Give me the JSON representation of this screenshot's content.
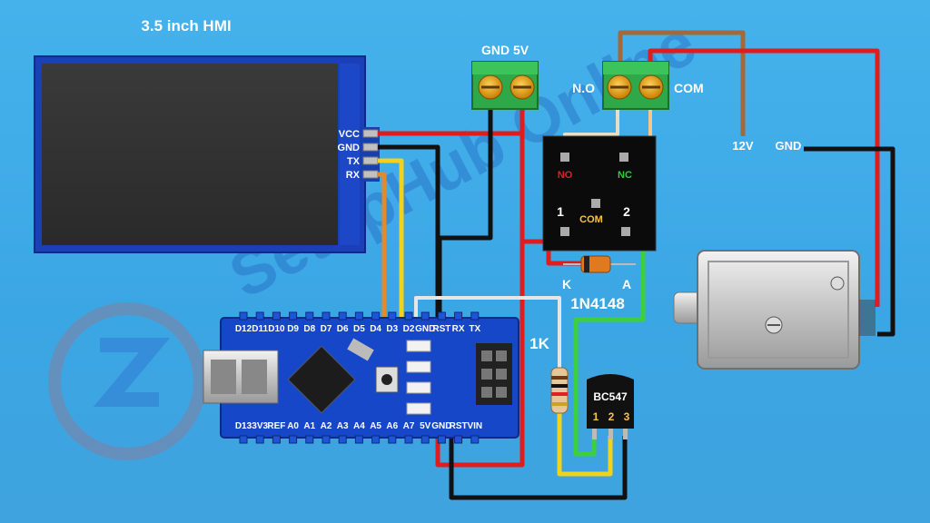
{
  "hmi": {
    "title": "3.5 inch HMI",
    "pins": [
      "VCC",
      "GND",
      "TX",
      "RX"
    ]
  },
  "power_terminal": {
    "label": "GND 5V"
  },
  "relay": {
    "terminal_left": "N.O",
    "terminal_right": "COM",
    "no_label": "NO",
    "nc_label": "NC",
    "com_label": "COM",
    "pin1": "1",
    "pin2": "2"
  },
  "supply": {
    "v12": "12V",
    "gnd": "GND"
  },
  "diode": {
    "k": "K",
    "a": "A",
    "part": "1N4148"
  },
  "resistor": {
    "value": "1K"
  },
  "transistor": {
    "part": "BC547",
    "pins": [
      "1",
      "2",
      "3"
    ]
  },
  "nano": {
    "top_pins": [
      "D12",
      "D11",
      "D10",
      "D9",
      "D8",
      "D7",
      "D6",
      "D5",
      "D4",
      "D3",
      "D2",
      "GND",
      "RST",
      "RX",
      "TX"
    ],
    "bottom_pins": [
      "D13",
      "3V3",
      "REF",
      "A0",
      "A1",
      "A2",
      "A3",
      "A4",
      "A5",
      "A6",
      "A7",
      "5V",
      "GND",
      "RST",
      "VIN"
    ]
  },
  "watermark": "SetupHub Online",
  "colors": {
    "background": "#42aeea",
    "wire_red": "#e01c1c",
    "wire_black": "#111111",
    "wire_yellow": "#f2d21b",
    "wire_orange": "#e48a2c",
    "wire_brown": "#a26a3a",
    "wire_green": "#3cd13c",
    "wire_white": "#e6e6e6",
    "terminal_green": "#2fa84a",
    "board_blue": "#1747c9"
  }
}
